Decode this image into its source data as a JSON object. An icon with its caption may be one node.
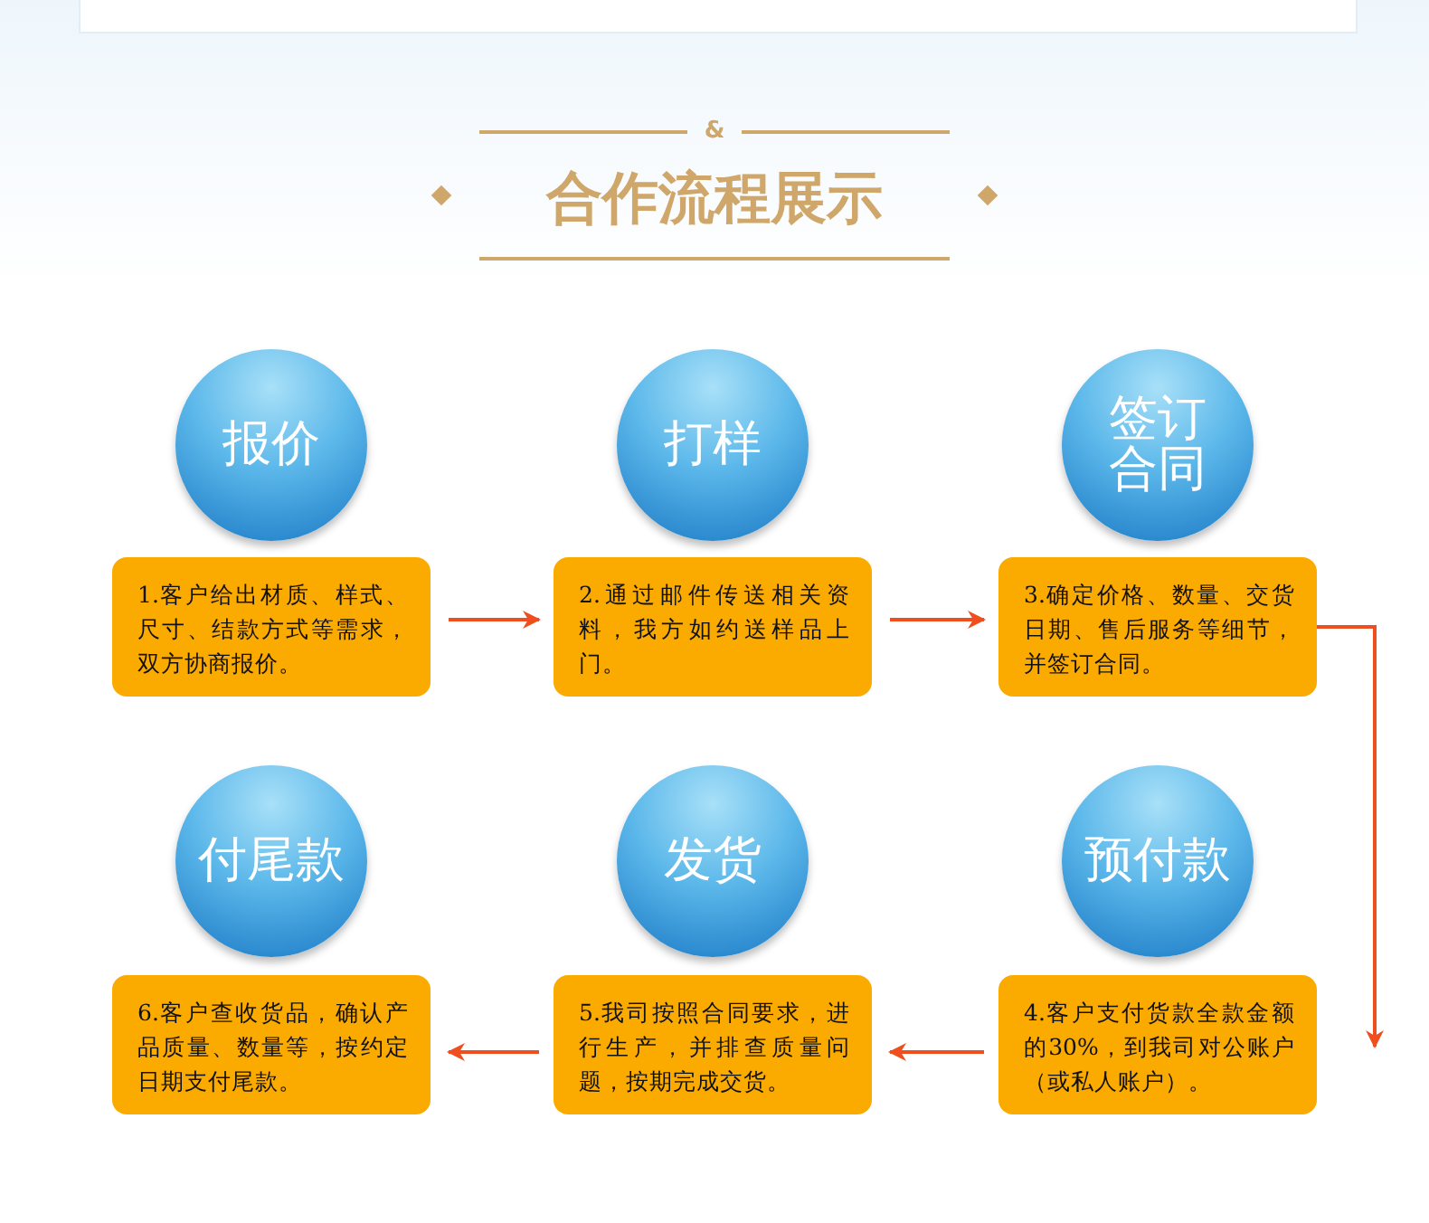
{
  "diagram": {
    "title": "合作流程展示",
    "nodes": [
      {
        "text": [
          "报价"
        ]
      },
      {
        "text": [
          "打样"
        ]
      },
      {
        "text": [
          "签订合同"
        ]
      },
      {
        "text": [
          "1.客户给出材质、样式、尺寸、结款方式等需求，双方协商报价。"
        ]
      },
      {
        "text": [
          "2.通过邮件传送相关资料，我方如约送样品上门。"
        ]
      },
      {
        "text": [
          "3.确定价格、数量、交货日期、售后服务等细节，并签订合同。"
        ]
      },
      {
        "text": [
          "付尾款"
        ]
      },
      {
        "text": [
          "发货"
        ]
      },
      {
        "text": [
          "预付款"
        ]
      },
      {
        "text": [
          "6.客户查收货品，确认产品质量、数量等，按约定日期支付尾款。"
        ]
      },
      {
        "text": [
          "5.我司按照合同要求，进行生产，并排查质量问题，按期完成交货。"
        ]
      },
      {
        "text": [
          "4.客户支付货款全款金额的30%，到我司对公账户（或私人账户）。"
        ]
      }
    ],
    "edges": [
      {
        "from": 3,
        "to": 4,
        "arrow": "to"
      },
      {
        "from": 4,
        "to": 5,
        "arrow": "to"
      },
      {
        "from": 5,
        "to": 11,
        "arrow": "to"
      },
      {
        "from": 11,
        "to": 10,
        "arrow": "to"
      },
      {
        "from": 10,
        "to": 9,
        "arrow": "to"
      }
    ],
    "labels": [
      "&"
    ]
  }
}
